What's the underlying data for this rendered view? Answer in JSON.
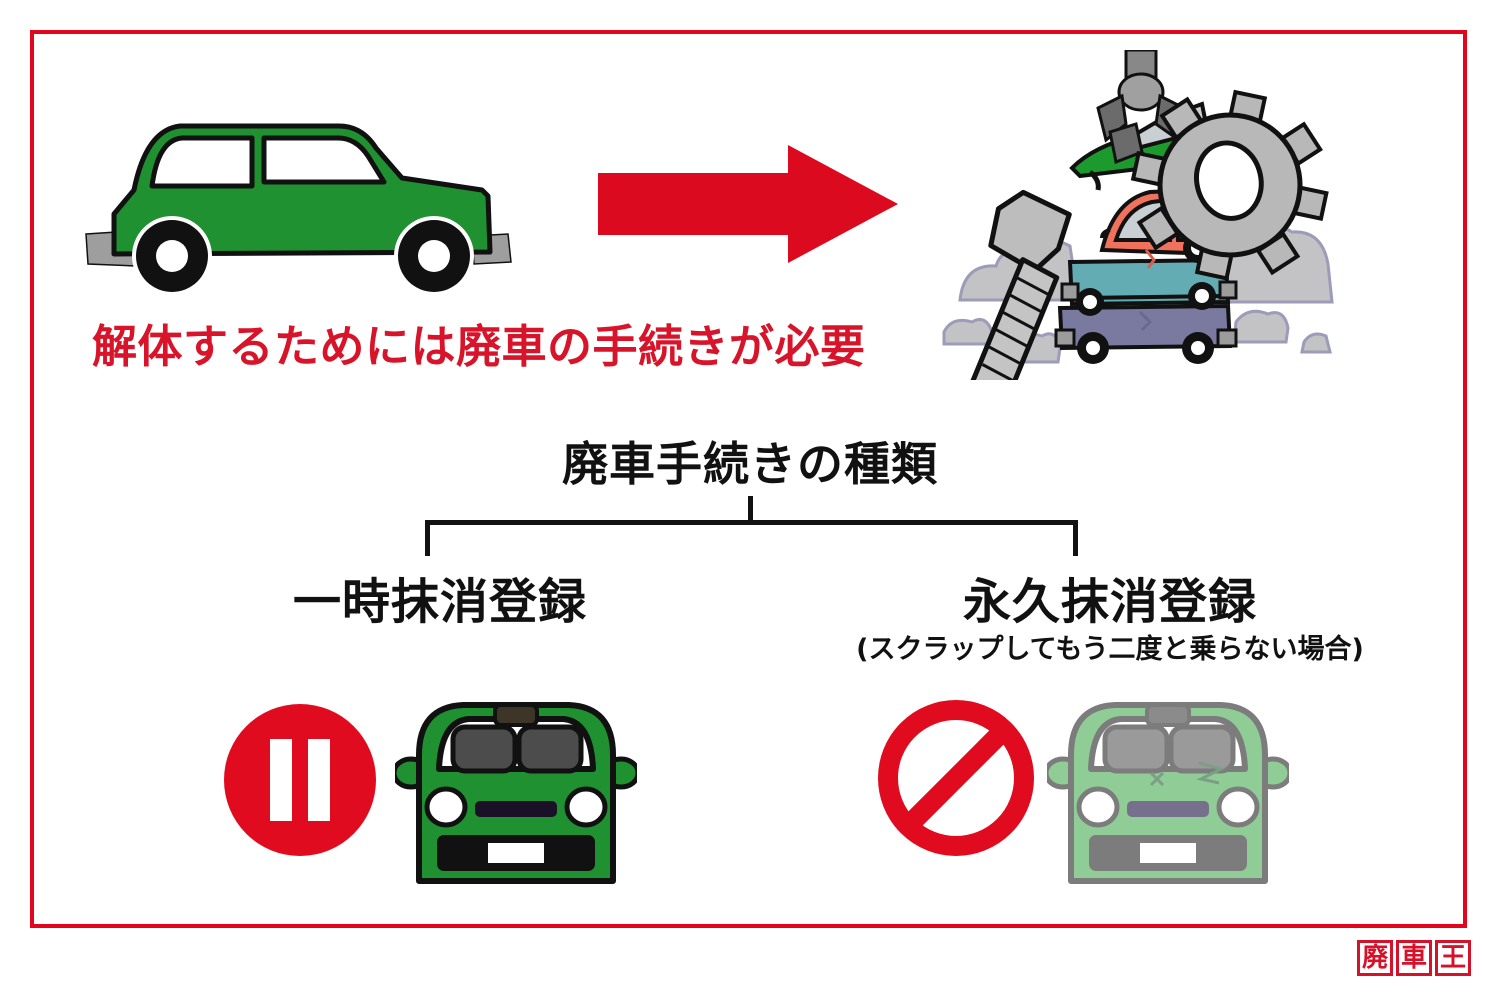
{
  "theme": {
    "frame_color": "#E3051B",
    "headline_color": "#D8142A",
    "text_color": "#111111",
    "car_green": "#1F9130",
    "car_pale_green": "#8FCC96",
    "arrow_red": "#DB0A1E",
    "icon_red": "#E00B1E",
    "gray": "#B3B3B3",
    "dark_gray": "#595959"
  },
  "headline": {
    "text": "解体するためには廃車の手続きが必要"
  },
  "section": {
    "title": "廃車手続きの種類"
  },
  "branches": {
    "left": {
      "label": "一時抹消登録",
      "icon": "pause-icon",
      "car": "green-front-car"
    },
    "right": {
      "label": "永久抹消登録",
      "sublabel": "(スクラップしてもう二度と乗らない場合)",
      "icon": "prohibition-icon",
      "car": "pale-green-front-car"
    }
  },
  "illustrations": {
    "before": "green-side-view-car",
    "arrow": "right-arrow",
    "after": "scrapyard-crushed-cars"
  },
  "brand": {
    "chars": [
      "廃",
      "車",
      "王"
    ]
  }
}
